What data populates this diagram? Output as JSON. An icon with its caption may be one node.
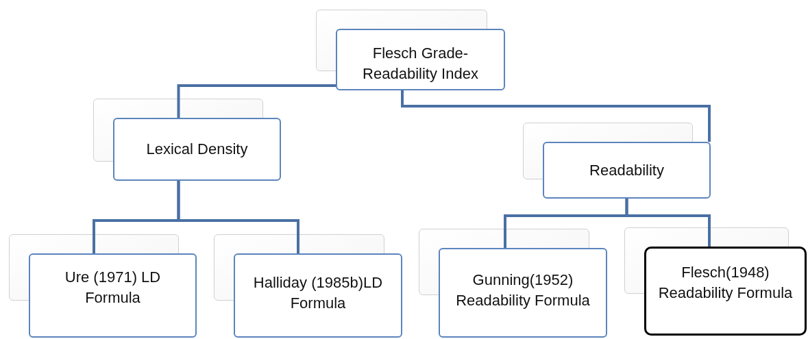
{
  "diagram": {
    "nodes": [
      {
        "text": [
          "Flesch Grade-Readability Index"
        ]
      },
      {
        "text": [
          "Lexical Density"
        ]
      },
      {
        "text": [
          "Readability"
        ]
      },
      {
        "text": [
          "Ure (1971) LD Formula"
        ]
      },
      {
        "text": [
          "Halliday (1985b)LD Formula"
        ]
      },
      {
        "text": [
          "Gunning(1952) Readability Formula"
        ]
      },
      {
        "text": [
          "Flesch(1948) Readability Formula"
        ]
      }
    ],
    "edges": [
      {
        "from": 0,
        "to": 1,
        "arrow": "none"
      },
      {
        "from": 0,
        "to": 2,
        "arrow": "none"
      },
      {
        "from": 1,
        "to": 3,
        "arrow": "none"
      },
      {
        "from": 1,
        "to": 4,
        "arrow": "none"
      },
      {
        "from": 2,
        "to": 5,
        "arrow": "none"
      },
      {
        "from": 2,
        "to": 6,
        "arrow": "none"
      }
    ]
  }
}
